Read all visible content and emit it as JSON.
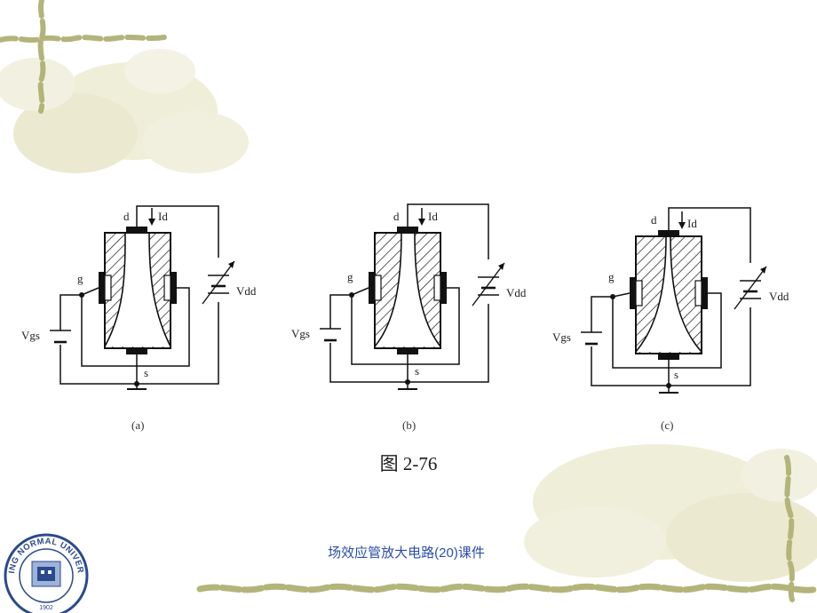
{
  "figure": {
    "number": "图 2-76",
    "panels": [
      {
        "id": "a",
        "caption": "(a)",
        "drain": "d",
        "gate": "g",
        "source": "s",
        "current": "Id",
        "drain_supply": "Vdd",
        "gate_supply": "Vgs"
      },
      {
        "id": "b",
        "caption": "(b)",
        "drain": "d",
        "gate": "g",
        "source": "s",
        "current": "Id",
        "drain_supply": "Vdd",
        "gate_supply": "Vgs"
      },
      {
        "id": "c",
        "caption": "(c)",
        "drain": "d",
        "gate": "g",
        "source": "s",
        "current": "Id",
        "drain_supply": "Vdd",
        "gate_supply": "Vgs"
      }
    ]
  },
  "footer": {
    "title": "场效应管放大电路(20)课件"
  },
  "seal": {
    "text_top": "BEIJING NORMAL UNIVERSITY",
    "year": "1902"
  },
  "colors": {
    "footer_text": "#2a4ea8",
    "vine": "#b3b47a",
    "flower": "#ecebd2",
    "seal": "#2b4a8e"
  }
}
